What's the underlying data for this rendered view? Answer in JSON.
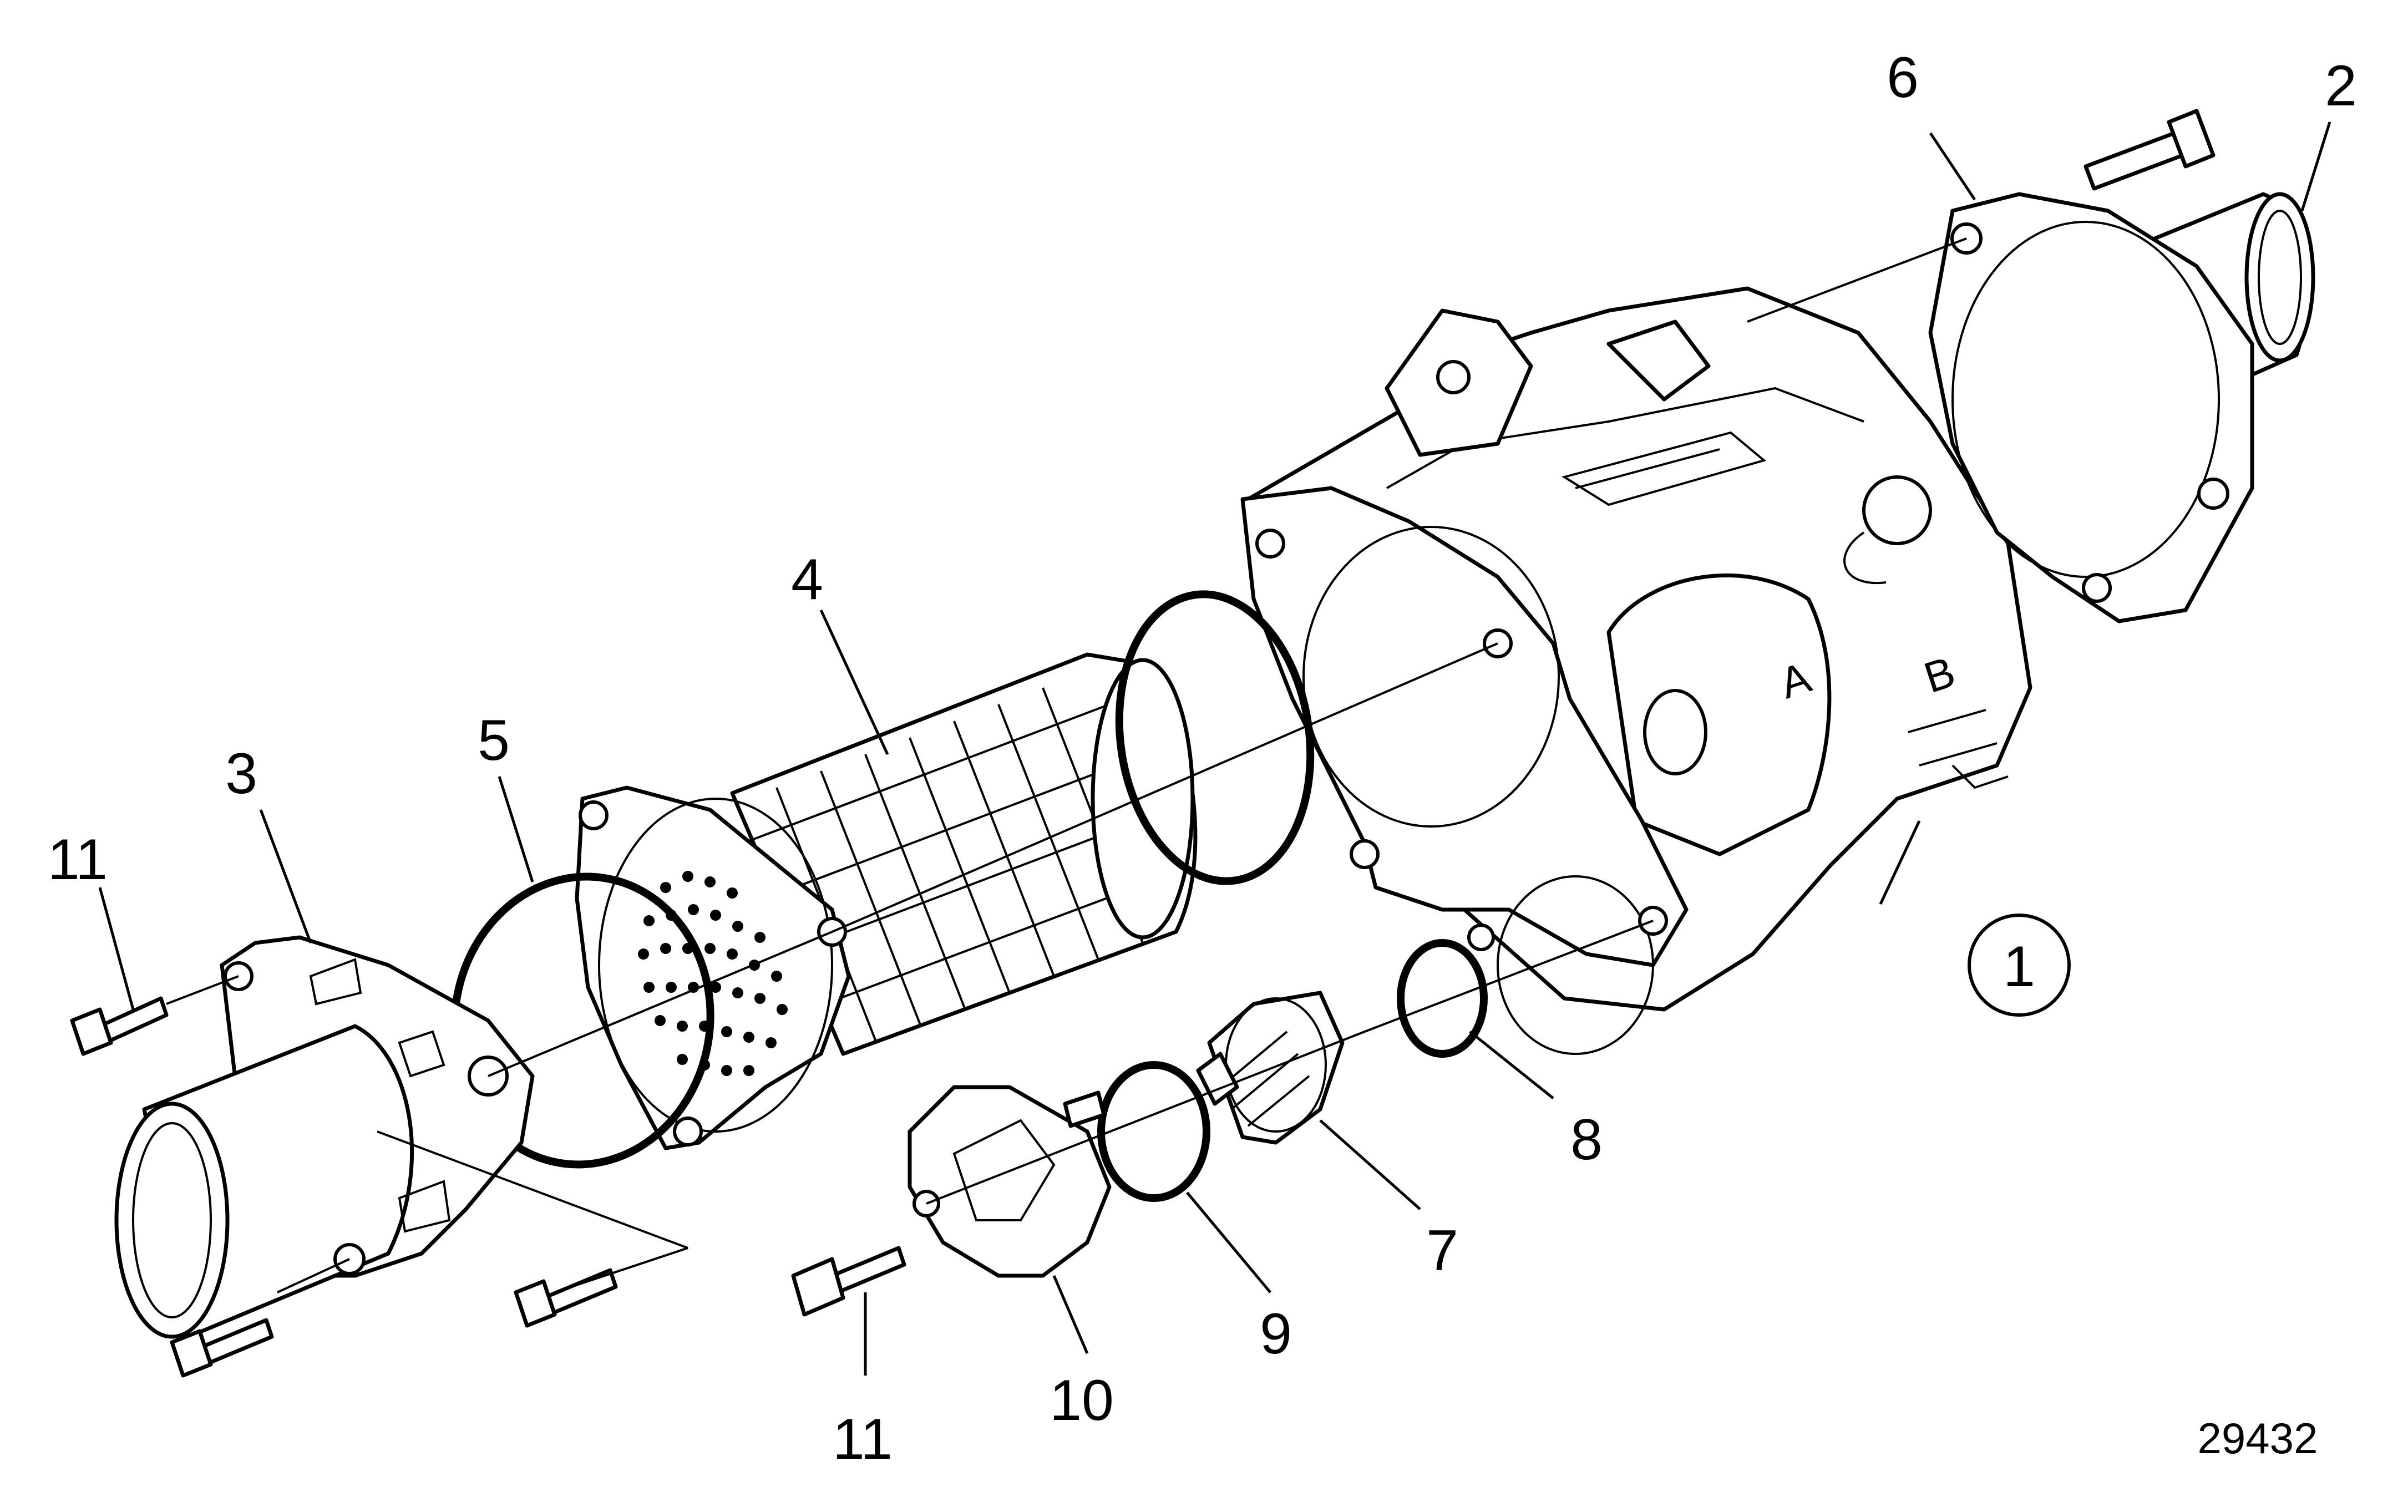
{
  "diagram": {
    "figure_number": "29432",
    "callouts": [
      {
        "id": "c1",
        "label": "1",
        "circled": true
      },
      {
        "id": "c2",
        "label": "2"
      },
      {
        "id": "c3",
        "label": "3"
      },
      {
        "id": "c4",
        "label": "4"
      },
      {
        "id": "c5",
        "label": "5"
      },
      {
        "id": "c6",
        "label": "6"
      },
      {
        "id": "c7",
        "label": "7"
      },
      {
        "id": "c8",
        "label": "8"
      },
      {
        "id": "c9",
        "label": "9"
      },
      {
        "id": "c10",
        "label": "10"
      },
      {
        "id": "c11a",
        "label": "11"
      },
      {
        "id": "c11b",
        "label": "11"
      }
    ],
    "housing_markings": {
      "a": "A",
      "b": "B"
    }
  }
}
